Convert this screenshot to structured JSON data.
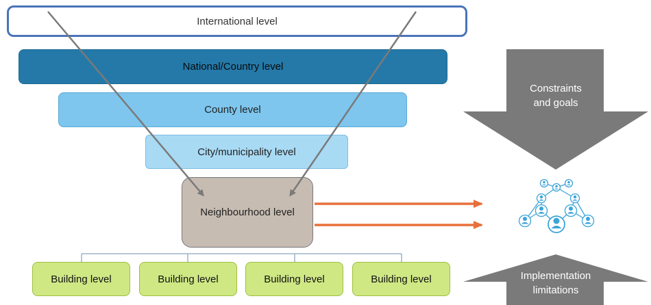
{
  "levels": {
    "international": "International level",
    "national": "National/Country level",
    "county": "County level",
    "city": "City/municipality level",
    "neighbourhood": "Neighbourhood level",
    "buildings": [
      "Building level",
      "Building level",
      "Building level",
      "Building level"
    ]
  },
  "side_arrows": {
    "down_label_1": "Constraints",
    "down_label_2": "and goals",
    "up_label_1": "Implementation",
    "up_label_2": "limitations"
  },
  "icons": {
    "network": "people-network-icon"
  },
  "colors": {
    "international_border": "#4a73b8",
    "national_fill": "#2479a8",
    "county_fill": "#7ec6ee",
    "city_fill": "#a9daf4",
    "neighbourhood_fill": "#c7bcb2",
    "building_fill": "#cfe884",
    "orange_arrow": "#e8703a",
    "gray_arrow": "#7a7a7a",
    "network_blue": "#3ba4d8"
  }
}
